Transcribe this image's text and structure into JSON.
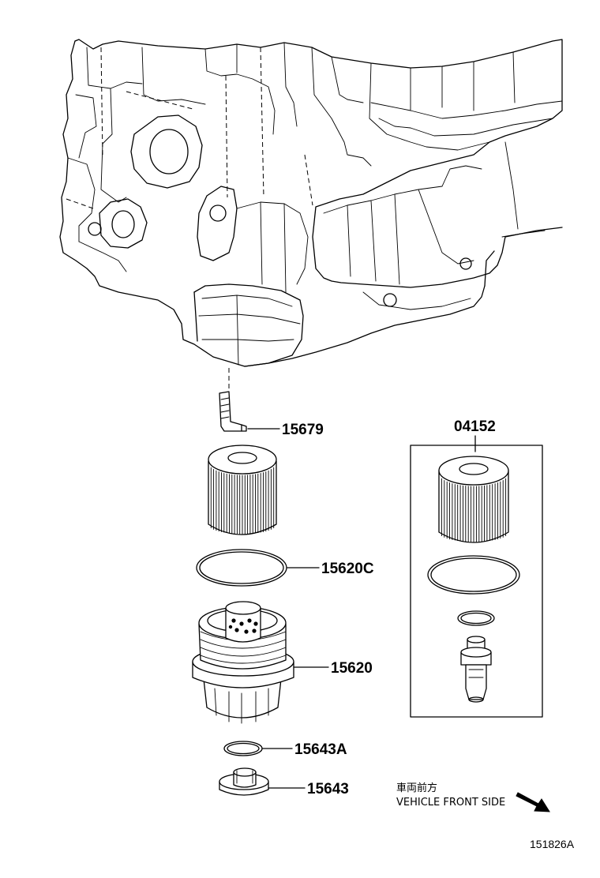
{
  "callouts": {
    "p15679": "15679",
    "p15620c": "15620C",
    "p15620": "15620",
    "p15643a": "15643A",
    "p15643": "15643",
    "p04152": "04152"
  },
  "direction_note": {
    "japanese": "車両前方",
    "english": "VEHICLE FRONT SIDE"
  },
  "illustration_id": "151826A",
  "icons": {
    "engine_block": "engine-block-icon",
    "oil_filter_element": "oil-filter-element-icon",
    "o_ring": "o-ring-icon",
    "filter_cap": "oil-filter-cap-icon",
    "drain_plug": "drain-plug-icon",
    "union_pipe": "union-pipe-icon",
    "direction_arrow": "arrow-down-right-icon"
  }
}
